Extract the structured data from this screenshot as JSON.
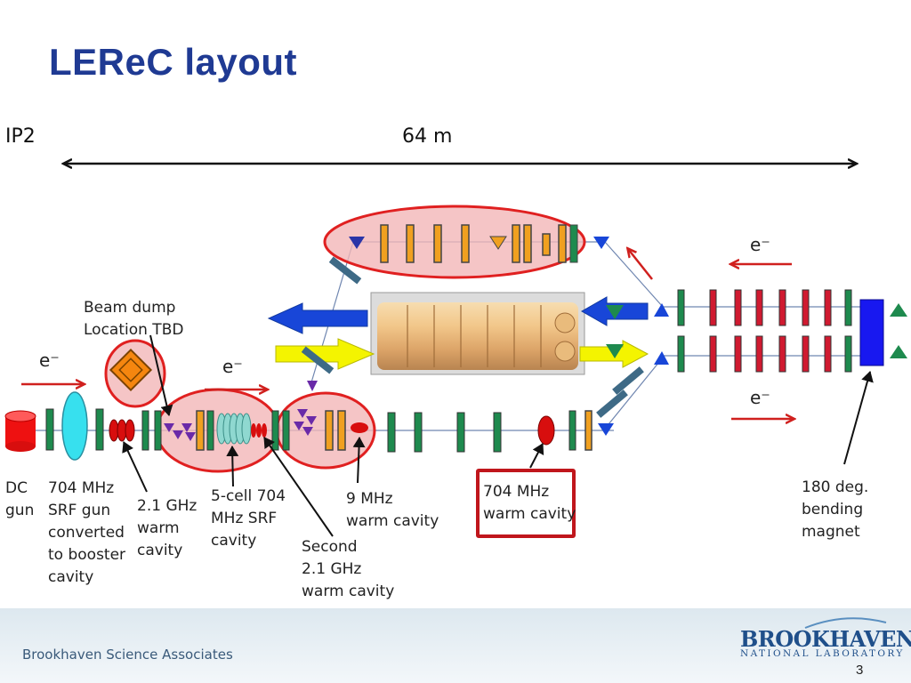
{
  "slide": {
    "title": "LEReC layout",
    "ip_label": "IP2",
    "length_label": "64 m",
    "page_number": "3",
    "footer_org": "Brookhaven Science Associates",
    "logo_main": "BROOKHAVEN",
    "logo_sub": "NATIONAL LABORATORY"
  },
  "labels": {
    "beam_dump": "Beam dump\nLocation TBD",
    "electron_symbol": "e⁻",
    "dc_gun": "DC\ngun",
    "srf_gun": "704 MHz\nSRF gun\nconverted\nto booster\ncavity",
    "warm_2ghz": "2.1 GHz\nwarm\ncavity",
    "five_cell": "5-cell 704\nMHz SRF\ncavity",
    "second_2ghz": "Second\n2.1 GHz\nwarm cavity",
    "nine_mhz": "9 MHz\nwarm cavity",
    "warm_704": "704 MHz\nwarm cavity",
    "bending_magnet": "180 deg.\nbending\nmagnet"
  },
  "colors": {
    "title": "#1f3a93",
    "highlight_fill": "#f3b6b8",
    "highlight_stroke": "#e02020",
    "magnet_green": "#1e8a4e",
    "magnet_orange": "#f0a020",
    "magnet_red": "#d01a30",
    "beam_blue": "#1846d8",
    "beam_yellow": "#f4f400",
    "cavity_red": "#d80e0e",
    "arrow_red": "#d0201e"
  },
  "icons": {
    "dc_gun": "red-cylinder",
    "srf_gun": "cyan-ellipse",
    "beam_dump": "orange-diamond",
    "bending_magnet": "blue-rectangle"
  }
}
